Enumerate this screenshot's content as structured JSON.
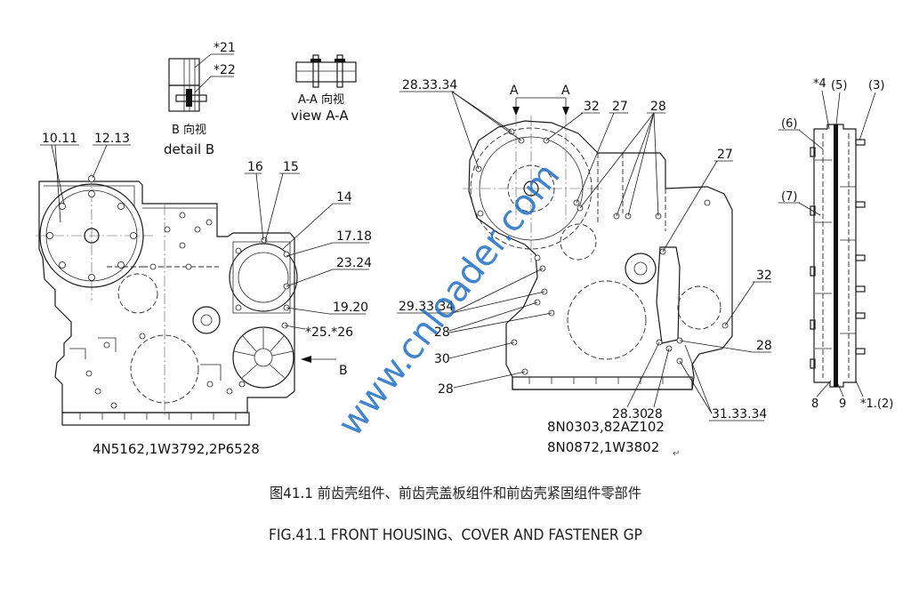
{
  "detail_b": {
    "callouts": [
      "*21",
      "*22"
    ],
    "title_cn": "B 向视",
    "title_en": "detail B"
  },
  "view_aa": {
    "title_cn": "A-A 向视",
    "title_en": "view A-A"
  },
  "left_view": {
    "callouts": [
      "10.11",
      "12.13",
      "16",
      "15",
      "14",
      "17.18",
      "23.24",
      "19.20",
      "*25.*26"
    ],
    "view_arrow_label": "B",
    "part_numbers": "4N5162,1W3792,2P6528"
  },
  "center_view": {
    "section_marks": [
      "A",
      "A"
    ],
    "callouts": [
      "28.33.34",
      "32",
      "27",
      "28",
      "27",
      "32",
      "29.33.34",
      "28",
      "30",
      "28",
      "28",
      "28.30",
      "28",
      "31.33.34"
    ],
    "part_numbers": [
      "8N0303,82AZ102",
      "8N0872,1W3802"
    ],
    "return_mark": "↵"
  },
  "side_view": {
    "callouts": [
      "*4",
      "(5)",
      "(3)",
      "(6)",
      "(7)",
      "8",
      "9",
      "*1.(2)"
    ]
  },
  "watermark": "www.cnloader.com",
  "caption": {
    "cn": "图41.1 前齿壳组件、前齿壳盖板组件和前齿壳紧固组件零部件",
    "en": "FIG.41.1 FRONT HOUSING、COVER AND FASTENER GP"
  }
}
